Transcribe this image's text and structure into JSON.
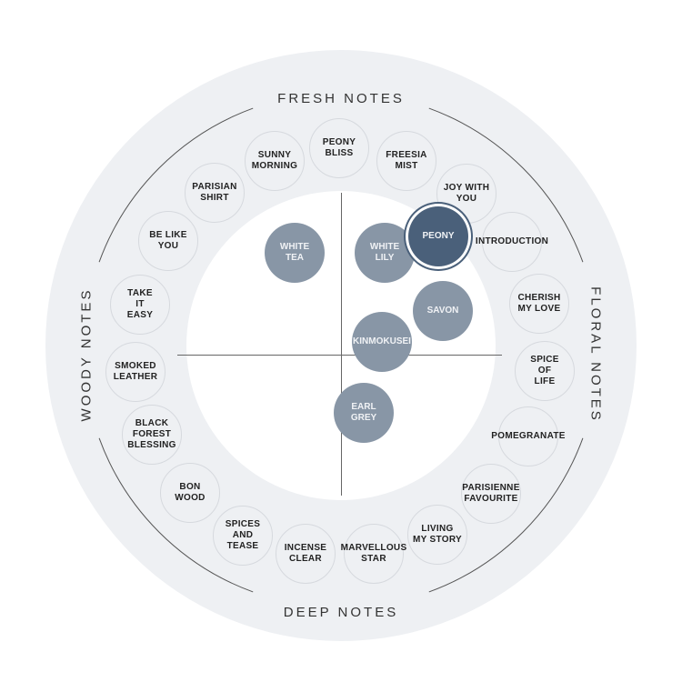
{
  "categories": {
    "top": "FRESH NOTES",
    "bottom": "DEEP NOTES",
    "left": "WOODY NOTES",
    "right": "FLORAL NOTES"
  },
  "notes": [
    "SUNNY\nMORNING",
    "PEONY\nBLISS",
    "FREESIA\nMIST",
    "JOY WITH\nYOU",
    "INTRODUCTION",
    "CHERISH\nMY LOVE",
    "SPICE\nOF\nLIFE",
    "POMEGRANATE",
    "PARISIENNE\nFAVOURITE",
    "LIVING\nMY STORY",
    "MARVELLOUS\nSTAR",
    "INCENSE\nCLEAR",
    "SPICES\nAND\nTEASE",
    "BON\nWOOD",
    "BLACK\nFOREST\nBLESSING",
    "SMOKED\nLEATHER",
    "TAKE\nIT\nEASY",
    "BE LIKE\nYOU",
    "PARISIAN\nSHIRT"
  ],
  "fragrances": [
    "WHITE\nTEA",
    "WHITE\nLILY",
    "PEONY",
    "SAVON",
    "KINMOKUSEI",
    "EARL\nGREY"
  ],
  "selected": "PEONY",
  "colors": {
    "ring": "#eef0f3",
    "fragrance": "#8896a6",
    "selected": "#4a607a"
  }
}
